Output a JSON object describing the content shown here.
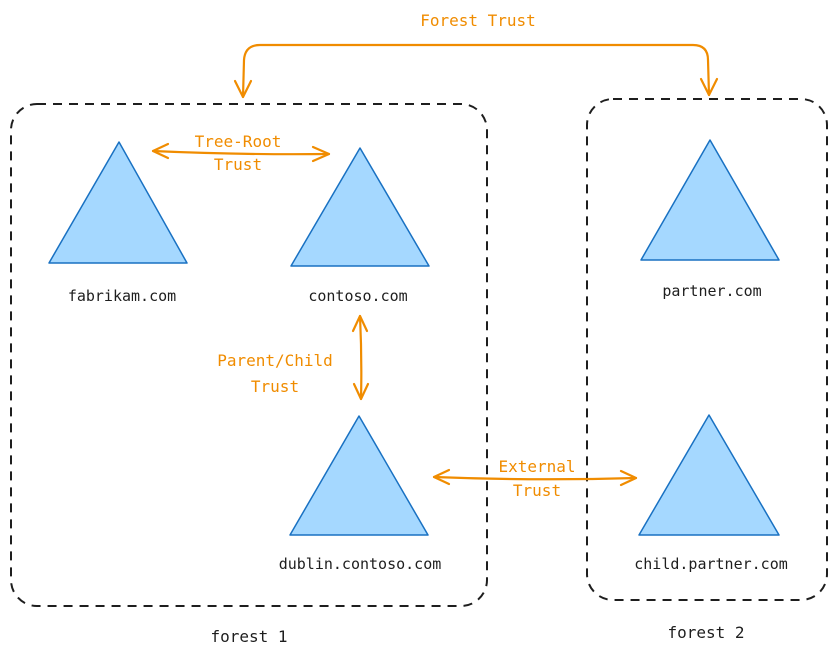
{
  "forests": [
    {
      "label": "forest 1"
    },
    {
      "label": "forest 2"
    }
  ],
  "domains": {
    "fabrikam": "fabrikam.com",
    "contoso": "contoso.com",
    "dublin": "dublin.contoso.com",
    "partner": "partner.com",
    "child_partner": "child.partner.com"
  },
  "trusts": {
    "forest": {
      "line1": "Forest Trust"
    },
    "tree_root": {
      "line1": "Tree-Root",
      "line2": "Trust"
    },
    "parent_child": {
      "line1": "Parent/Child",
      "line2": "Trust"
    },
    "external": {
      "line1": "External",
      "line2": "Trust"
    }
  },
  "colors": {
    "triangle_fill": "#a5d8ff",
    "triangle_stroke": "#1971c2",
    "trust_arrow": "#f08c00",
    "text": "#1e1e1e"
  }
}
